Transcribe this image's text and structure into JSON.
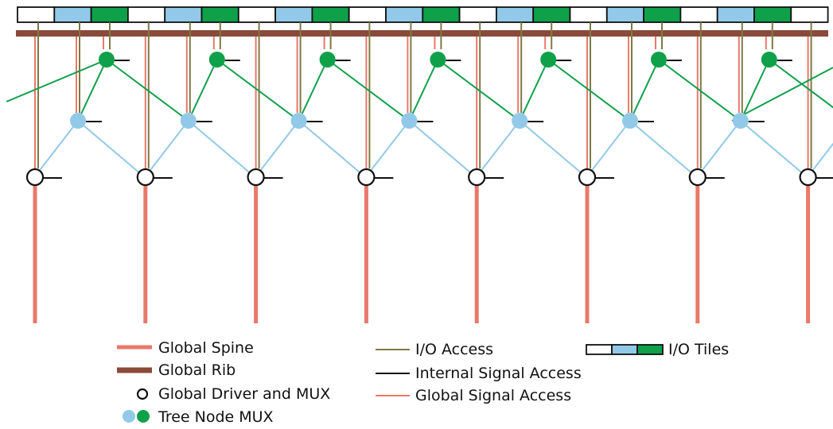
{
  "colors": {
    "global_spine": "#e8796a",
    "global_rib": "#8a4a3a",
    "io_access": "#7d7a45",
    "internal_signal": "#111111",
    "global_signal_access": "#e8796a",
    "tree_node_blue": "#92c9e8",
    "tree_node_green": "#0fa04a",
    "tile_white": "#ffffff",
    "tile_blue": "#92c9e8",
    "tile_green": "#0fa04a"
  },
  "legend": {
    "global_spine": "Global Spine",
    "global_rib": "Global Rib",
    "global_driver_mux": "Global Driver and MUX",
    "tree_node_mux": "Tree Node MUX",
    "io_access": "I/O Access",
    "internal_signal_access": "Internal Signal Access",
    "global_signal_access": "Global Signal Access",
    "io_tiles": "I/O Tiles"
  }
}
